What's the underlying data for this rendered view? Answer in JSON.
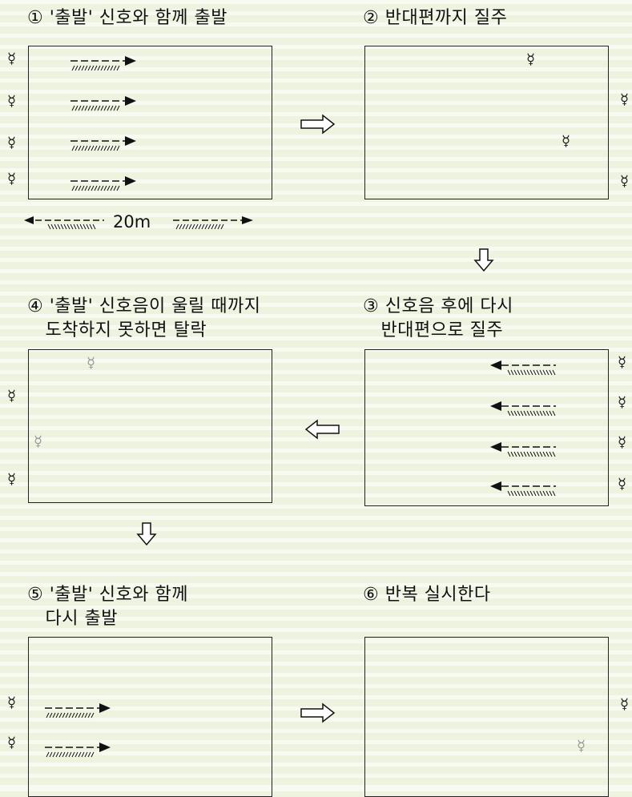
{
  "steps": [
    {
      "caption": "① '출발' 신호와 함께 출발"
    },
    {
      "caption": "② 반대편까지 질주"
    },
    {
      "caption": "③ 신호음 후에 다시\n   반대편으로 질주"
    },
    {
      "caption": "④ '출발' 신호음이 울릴 때까지\n   도착하지 못하면 탈락"
    },
    {
      "caption": "⑤ '출발' 신호와 함께\n   다시 출발"
    },
    {
      "caption": "⑥ 반복 실시한다"
    }
  ],
  "distance_label": "20m",
  "runner_glyph": "☿",
  "colors": {
    "background": "#eef3df",
    "ink": "#222222",
    "faded_runner": "#9a9a9a"
  }
}
